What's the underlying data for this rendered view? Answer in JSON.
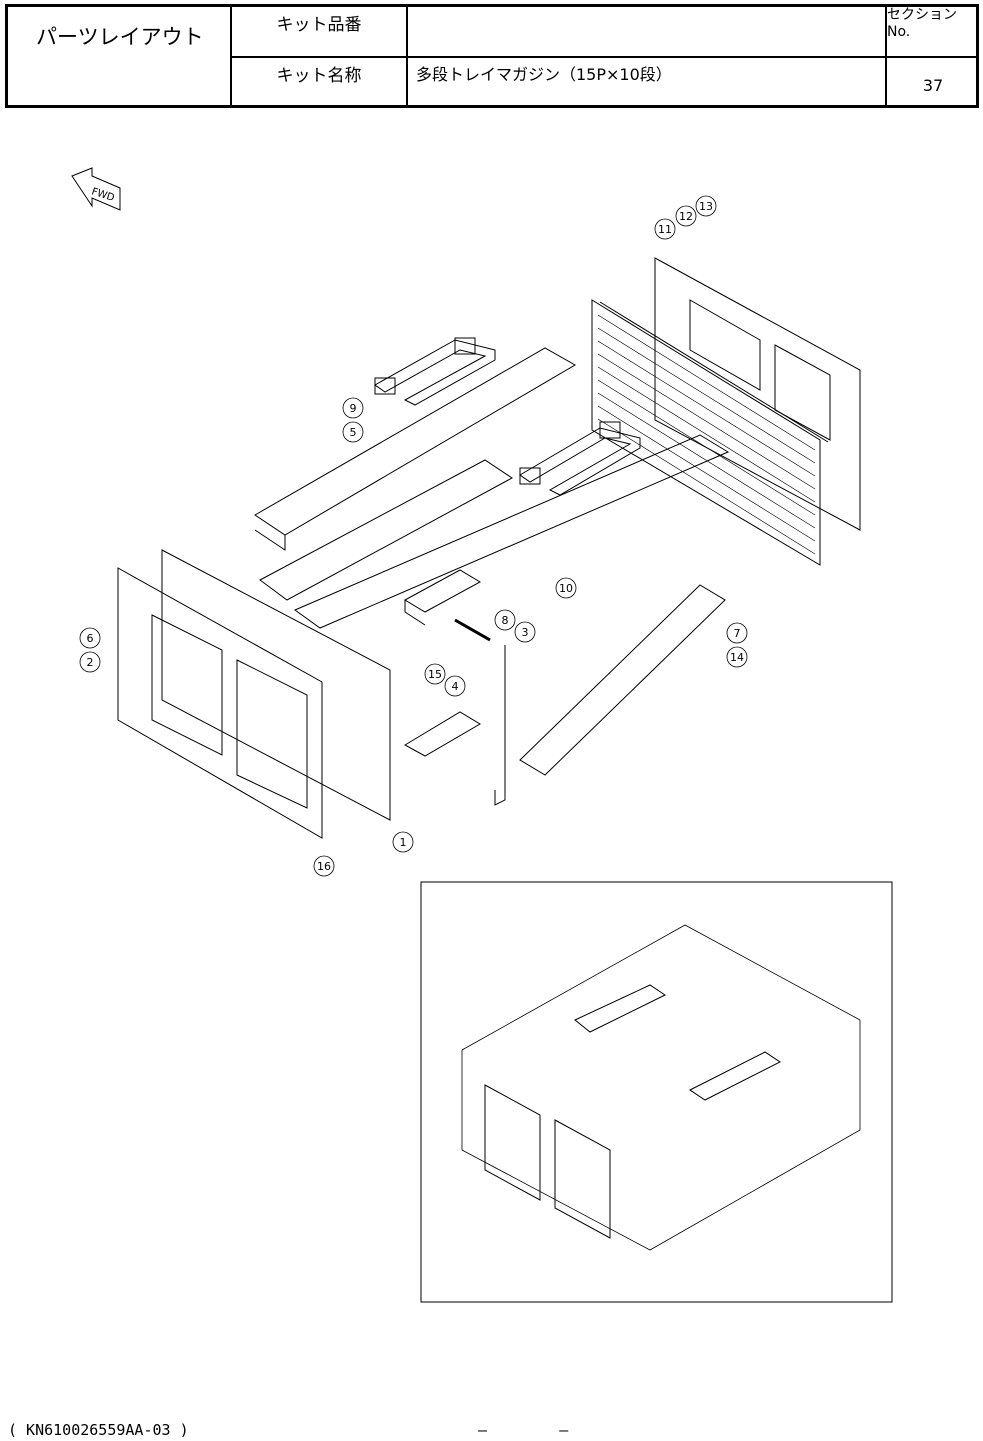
{
  "header": {
    "title": "パーツレイアウト",
    "kit_number_label": "キット品番",
    "kit_number_value": "",
    "kit_name_label": "キット名称",
    "kit_name_value": "多段トレイマガジン（15P×10段）",
    "section_label": "セクションNo.",
    "section_value": "37"
  },
  "drawing": {
    "fwd_label": "FWD",
    "callouts": [
      "1",
      "2",
      "3",
      "4",
      "5",
      "6",
      "7",
      "8",
      "9",
      "10",
      "11",
      "12",
      "13",
      "14",
      "15",
      "16"
    ]
  },
  "footer": {
    "doc_code": "( KN610026559AA-03 )",
    "page_marks": "–        –"
  }
}
